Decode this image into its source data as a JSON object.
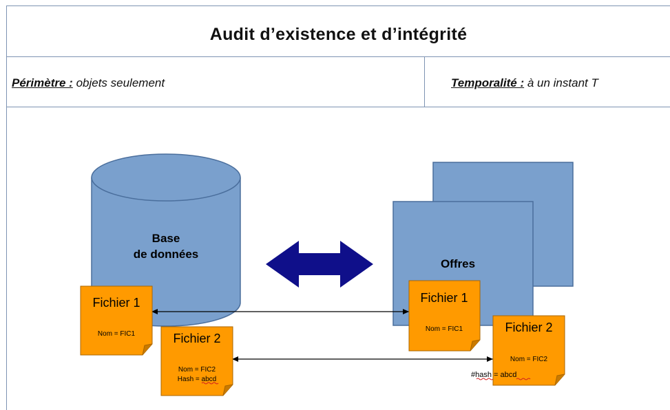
{
  "header": {
    "title": "Audit d’existence et d’intégrité"
  },
  "scope": {
    "perimetre_label": "Périmètre :",
    "perimetre_value": "objets seulement",
    "temporalite_label": "Temporalité :",
    "temporalite_value": "à un instant T"
  },
  "diagram": {
    "database": {
      "line1": "Base",
      "line2": "de données"
    },
    "offers": {
      "label": "Offres"
    },
    "db_files": [
      {
        "title": "Fichier 1",
        "lines": [
          "Nom = FIC1"
        ]
      },
      {
        "title": "Fichier 2",
        "lines": [
          "Nom = FIC2",
          "Hash = abcd"
        ]
      }
    ],
    "offer_files": [
      {
        "title": "Fichier 1",
        "lines": [
          "Nom = FIC1"
        ]
      },
      {
        "title": "Fichier 2",
        "lines": [
          "Nom = FIC2"
        ]
      }
    ],
    "hash_annotation": "#hash = abcd",
    "colors": {
      "shape_fill": "#7aa0cd",
      "shape_stroke": "#4a6e9c",
      "note_fill": "#ff9a00",
      "note_stroke": "#a86500",
      "arrow_big": "#0f0f8a",
      "connector": "#000000"
    }
  }
}
